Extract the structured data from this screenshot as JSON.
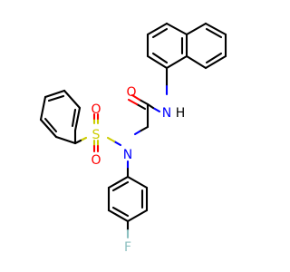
{
  "atom_labels": {
    "o_carbonyl": "O",
    "nh": "N",
    "h": "H",
    "n_amine": "N",
    "s": "S",
    "o_sulfonyl_1": "O",
    "o_sulfonyl_2": "O",
    "f": "F"
  },
  "colors": {
    "carbon_bond": "#000000",
    "oxygen": "#ff0000",
    "nitrogen": "#0000ff",
    "sulfur": "#cccc00",
    "fluorine": "#8cc0c0"
  }
}
